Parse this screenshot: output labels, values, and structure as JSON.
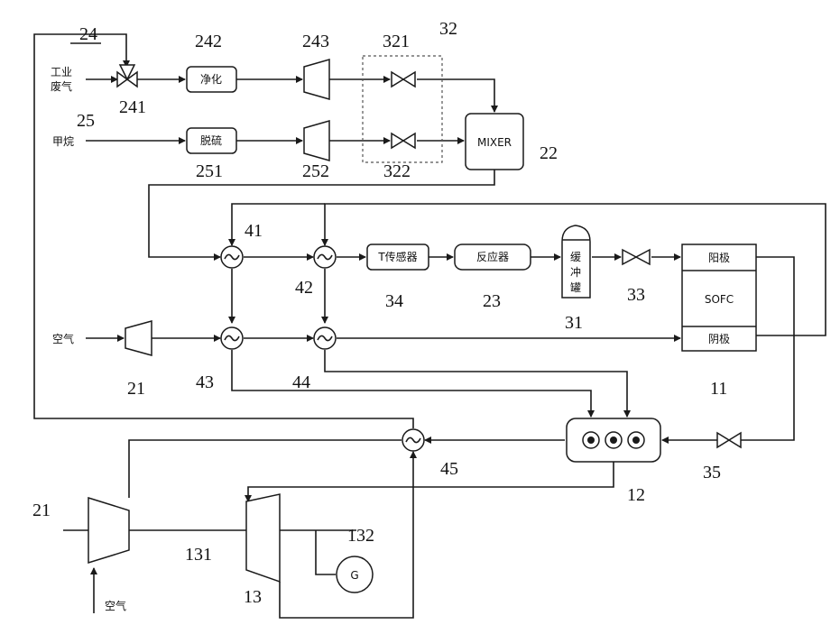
{
  "inputs": {
    "industrial_gas_1": "工业",
    "industrial_gas_2": "废气",
    "methane": "甲烷",
    "air_1": "空气",
    "air_2": "空气"
  },
  "blocks": {
    "purify": "净化",
    "desulfur": "脱硫",
    "mixer": "MIXER",
    "t_sensor": "T传感器",
    "reactor": "反应器",
    "buffer_1": "缓",
    "buffer_2": "冲",
    "buffer_3": "罐",
    "anode": "阳极",
    "sofc": "SOFC",
    "cathode": "阴极",
    "generator": "G"
  },
  "refs": {
    "r24": "24",
    "r242": "242",
    "r243": "243",
    "r321": "321",
    "r32": "32",
    "r241": "241",
    "r25": "25",
    "r251": "251",
    "r252": "252",
    "r322": "322",
    "r22": "22",
    "r41": "41",
    "r42": "42",
    "r34": "34",
    "r23": "23",
    "r31": "31",
    "r33": "33",
    "r43": "43",
    "r44": "44",
    "r21a": "21",
    "r11": "11",
    "r45": "45",
    "r12": "12",
    "r35": "35",
    "r21b": "21",
    "r131": "131",
    "r132": "132",
    "r13": "13"
  }
}
